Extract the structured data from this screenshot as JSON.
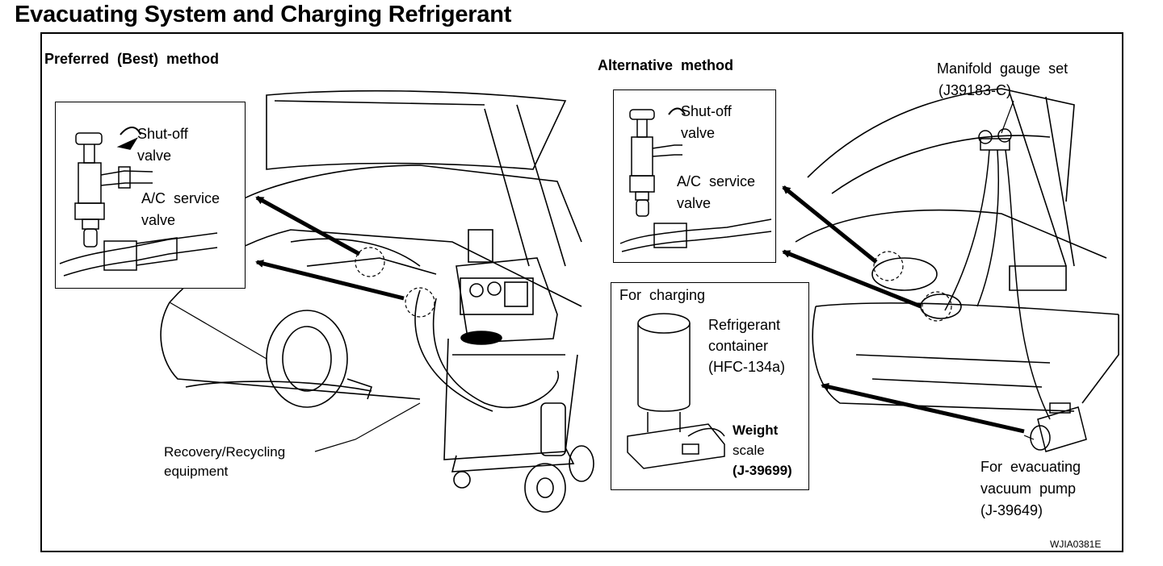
{
  "title": "Evacuating System and Charging Refrigerant",
  "preferred": {
    "heading": "Preferred  (Best)  method",
    "shutoff_line1": "Shut-off",
    "shutoff_line2": "valve",
    "service_line1": "A/C  service",
    "service_line2": "valve",
    "equipment_line1": "Recovery/Recycling",
    "equipment_line2": "equipment"
  },
  "alternative": {
    "heading": "Alternative  method",
    "manifold_line1": "Manifold  gauge  set",
    "manifold_line2": "(J39183-C)",
    "shutoff_line1": "Shut-off",
    "shutoff_line2": "valve",
    "service_line1": "A/C  service",
    "service_line2": "valve"
  },
  "charging": {
    "heading": "For  charging",
    "container_line1": "Refrigerant",
    "container_line2": "container",
    "container_line3": "(HFC-134a)",
    "scale_line1": "Weight",
    "scale_line2": "scale",
    "scale_line3": "(J-39699)"
  },
  "vacuum": {
    "line1": "For  evacuating",
    "line2": "vacuum  pump",
    "line3": "(J-39649)"
  },
  "figure_code": "WJIA0381E"
}
